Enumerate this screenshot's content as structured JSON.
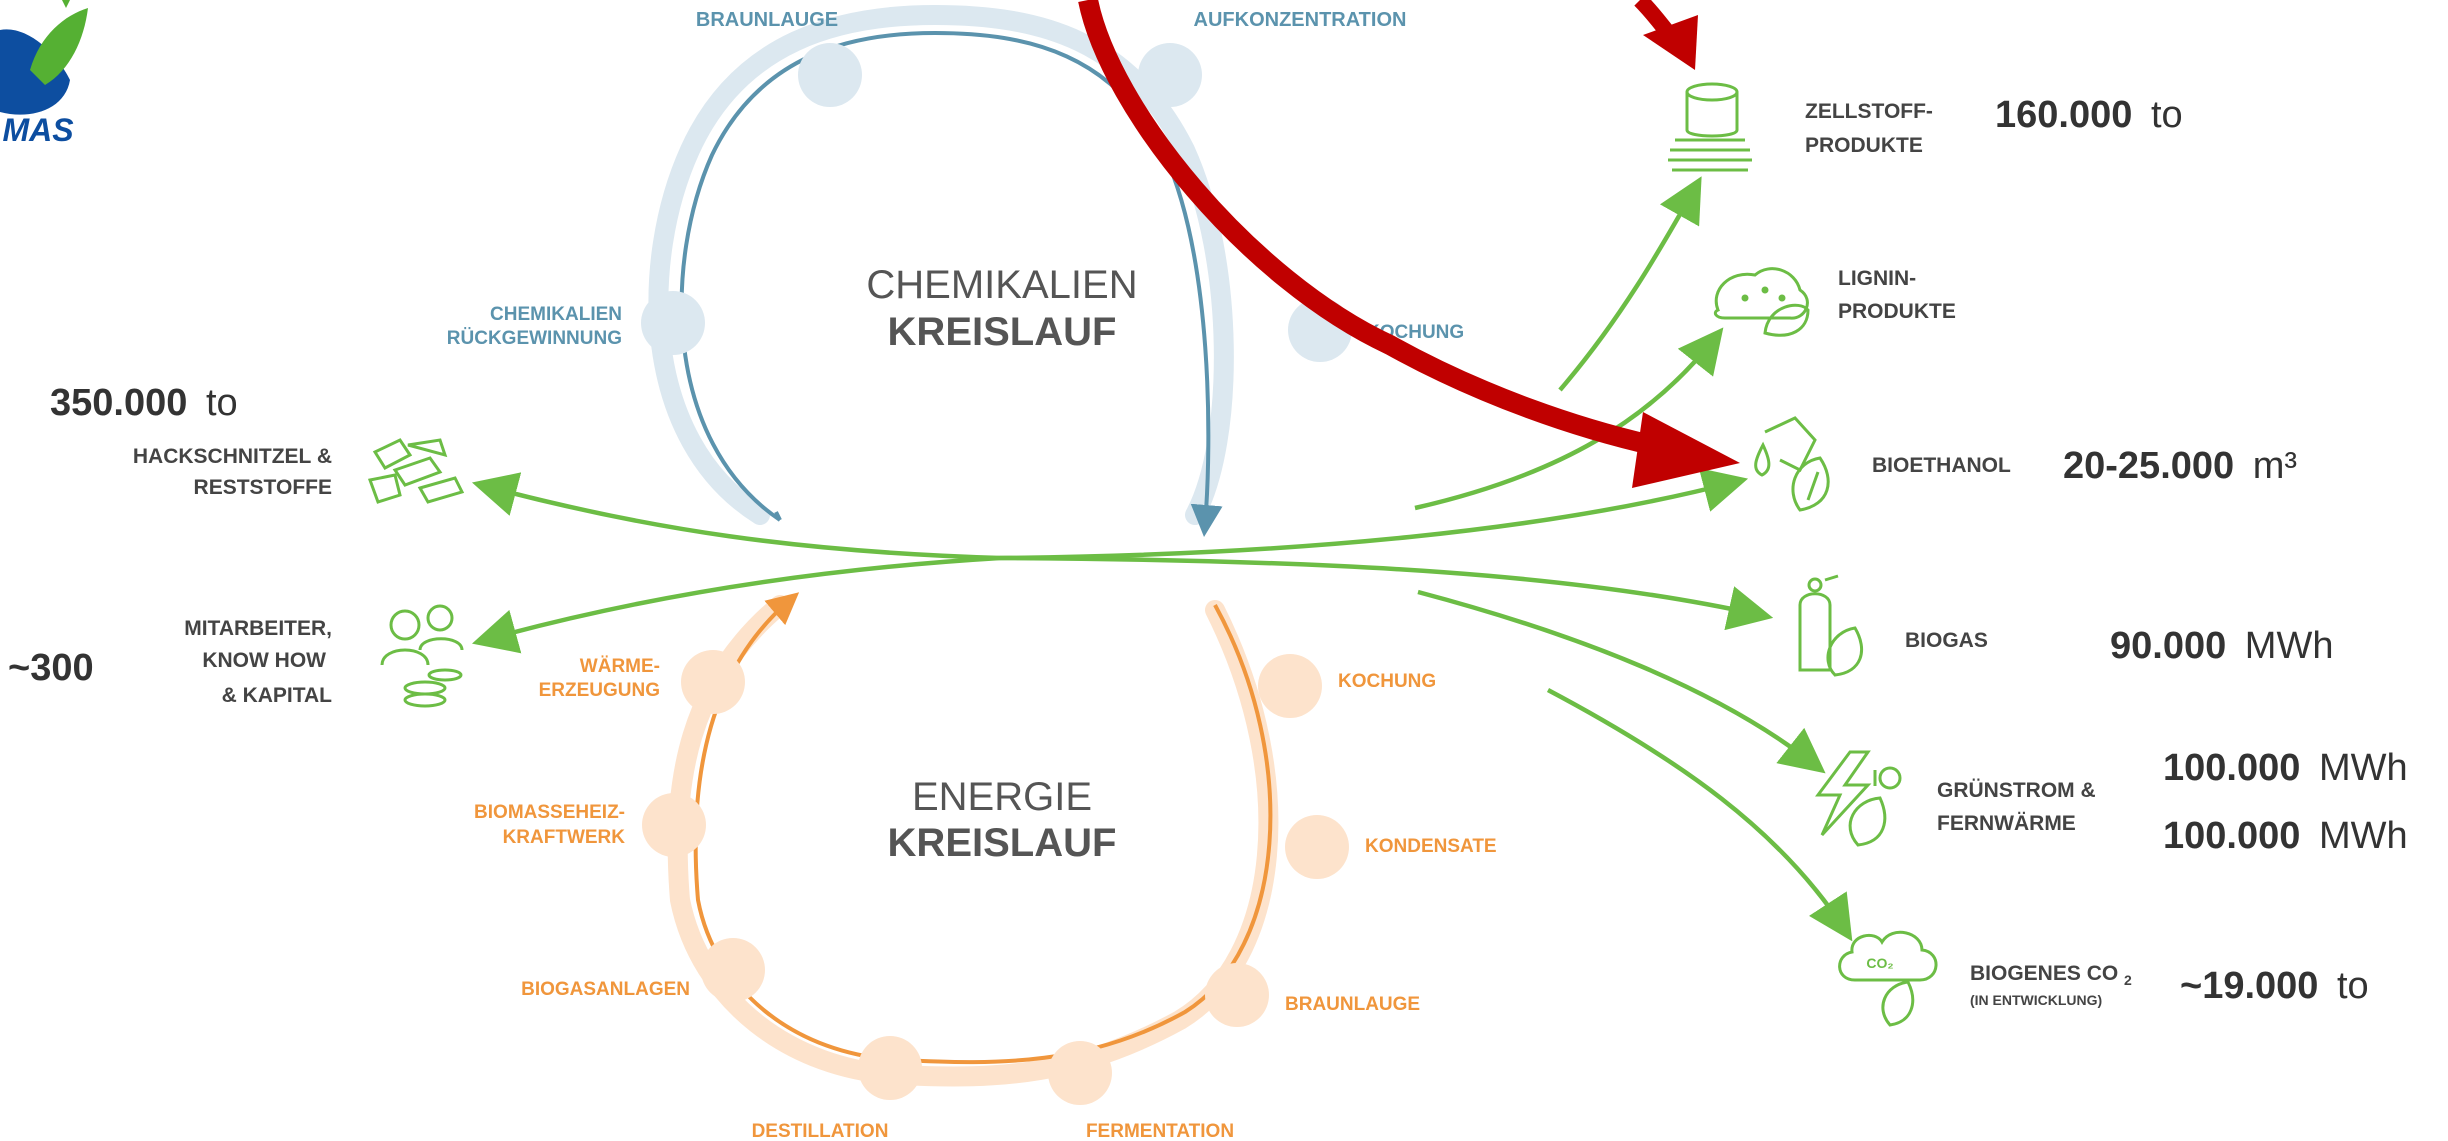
{
  "logo": {
    "text": "MAS",
    "icon": "company-logo"
  },
  "chemical_cycle": {
    "title_line1": "CHEMIKALIEN",
    "title_line2": "KREISLAUF",
    "stages": {
      "braunlauge": "BRAUNLAUGE",
      "aufkonzentration": "AUFKONZENTRATION",
      "chemikalien_line1": "CHEMIKALIEN",
      "chemikalien_line2": "RÜCKGEWINNUNG",
      "kochung": "KOCHUNG"
    }
  },
  "energy_cycle": {
    "title_line1": "ENERGIE",
    "title_line2": "KREISLAUF",
    "stages": {
      "waerme_line1": "WÄRME-",
      "waerme_line2": "ERZEUGUNG",
      "kochung": "KOCHUNG",
      "biomasse_line1": "BIOMASSEHEIZ-",
      "biomasse_line2": "KRAFTWERK",
      "kondensate": "KONDENSATE",
      "biogasanlagen": "BIOGASANLAGEN",
      "braunlauge": "BRAUNLAUGE",
      "destillation": "DESTILLATION",
      "fermentation": "FERMENTATION"
    }
  },
  "inputs": {
    "hackschnitzel": {
      "value": "350.000",
      "unit": "to",
      "line1": "HACKSCHNITZEL &",
      "line2": "RESTSTOFFE",
      "icon": "wood-chips-icon"
    },
    "mitarbeiter": {
      "value": "~300",
      "line1": "MITARBEITER,",
      "line2": "KNOW HOW",
      "line3": "& KAPITAL",
      "icon": "people-money-icon"
    }
  },
  "outputs": {
    "zellstoff": {
      "line1": "ZELLSTOFF-",
      "line2": "PRODUKTE",
      "value": "160.000",
      "unit": "to",
      "icon": "pulp-products-icon"
    },
    "lignin": {
      "line1": "LIGNIN-",
      "line2": "PRODUKTE",
      "icon": "lignin-products-icon"
    },
    "bioethanol": {
      "label": "BIOETHANOL",
      "value": "20-25.000",
      "unit": "m³",
      "icon": "bioethanol-pump-icon"
    },
    "biogas": {
      "label": "BIOGAS",
      "value": "90.000",
      "unit": "MWh",
      "icon": "biogas-tank-icon"
    },
    "gruenstrom": {
      "line1": "GRÜNSTROM &",
      "line2": "FERNWÄRME",
      "value1": "100.000",
      "unit1": "MWh",
      "value2": "100.000",
      "unit2": "MWh",
      "icon": "green-power-icon"
    },
    "co2": {
      "label": "BIOGENES CO",
      "sub": "2",
      "note": "(IN ENTWICKLUNG)",
      "value": "~19.000",
      "unit": "to",
      "icon": "co2-cloud-icon",
      "icon_text": "CO₂"
    }
  },
  "colors": {
    "blue": "#5b93ad",
    "blue_light": "#dce8f0",
    "orange": "#f0963c",
    "orange_light": "#fde3cc",
    "green": "#6cbd45",
    "red": "#c00000",
    "dark": "#333333",
    "logo_blue": "#0d4ea0"
  }
}
